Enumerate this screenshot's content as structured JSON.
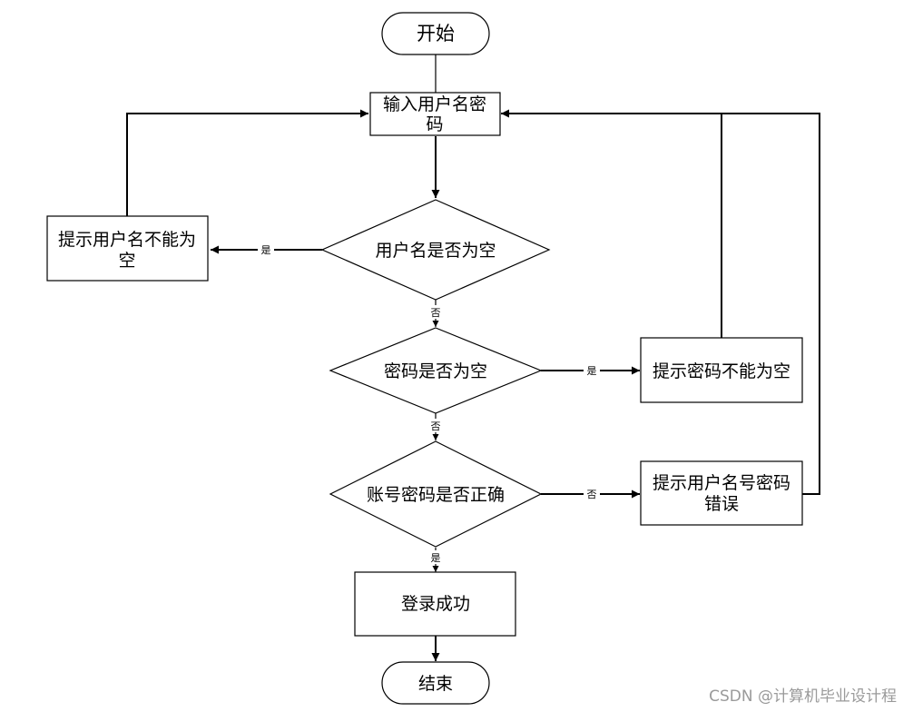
{
  "nodes": {
    "start": "开始",
    "input_line1": "输入用户名密",
    "input_line2": "码",
    "check_username": "用户名是否为空",
    "username_empty_line1": "提示用户名不能为",
    "username_empty_line2": "空",
    "check_password": "密码是否为空",
    "password_empty": "提示密码不能为空",
    "check_credentials": "账号密码是否正确",
    "credentials_error_line1": "提示用户名号密码",
    "credentials_error_line2": "错误",
    "login_success": "登录成功",
    "end": "结束"
  },
  "edges": {
    "username_yes": "是",
    "username_no": "否",
    "password_yes": "是",
    "password_no": "否",
    "credentials_no": "否",
    "credentials_yes": "是"
  },
  "watermark": "CSDN @计算机毕业设计程"
}
